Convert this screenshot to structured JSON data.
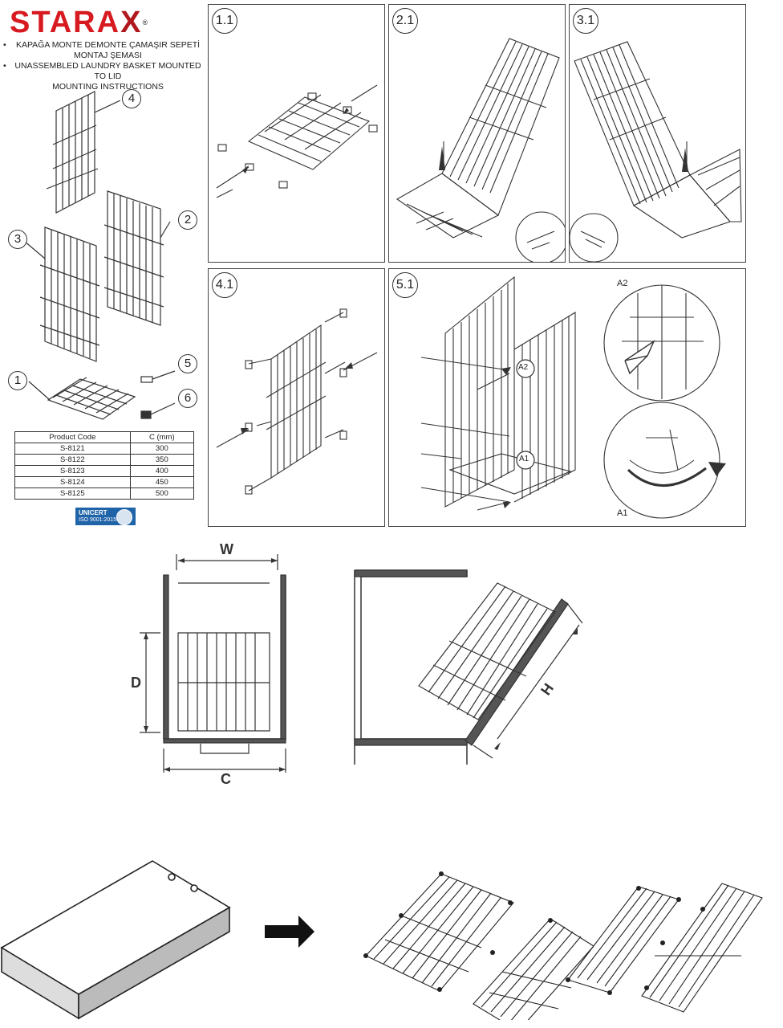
{
  "brand": {
    "name": "STARA",
    "mark": "X",
    "reg": "®"
  },
  "header": {
    "lines": [
      {
        "bullet": "•",
        "text": "KAPAĞA MONTE DEMONTE ÇAMAŞIR SEPETİ"
      },
      {
        "bullet": "",
        "text": "MONTAJ ŞEMASI"
      },
      {
        "bullet": "•",
        "text": "UNASSEMBLED LAUNDRY BASKET MOUNTED TO LID"
      },
      {
        "bullet": "",
        "text": "MOUNTING INSTRUCTIONS"
      }
    ]
  },
  "parts": [
    "1",
    "2",
    "3",
    "4",
    "5",
    "6"
  ],
  "spec_table": {
    "headers": [
      "Product Code",
      "C (mm)"
    ],
    "rows": [
      [
        "S-8121",
        "300"
      ],
      [
        "S-8122",
        "350"
      ],
      [
        "S-8123",
        "400"
      ],
      [
        "S-8124",
        "450"
      ],
      [
        "S-8125",
        "500"
      ]
    ]
  },
  "certificate": {
    "name": "UNICERT",
    "standard": "ISO 9001:2015"
  },
  "steps": [
    "1.1",
    "2.1",
    "3.1",
    "4.1",
    "5.1"
  ],
  "callouts": {
    "a2": "A2",
    "a1": "A1"
  },
  "dimensions": {
    "w": "W",
    "d": "D",
    "c": "C",
    "h": "H"
  }
}
